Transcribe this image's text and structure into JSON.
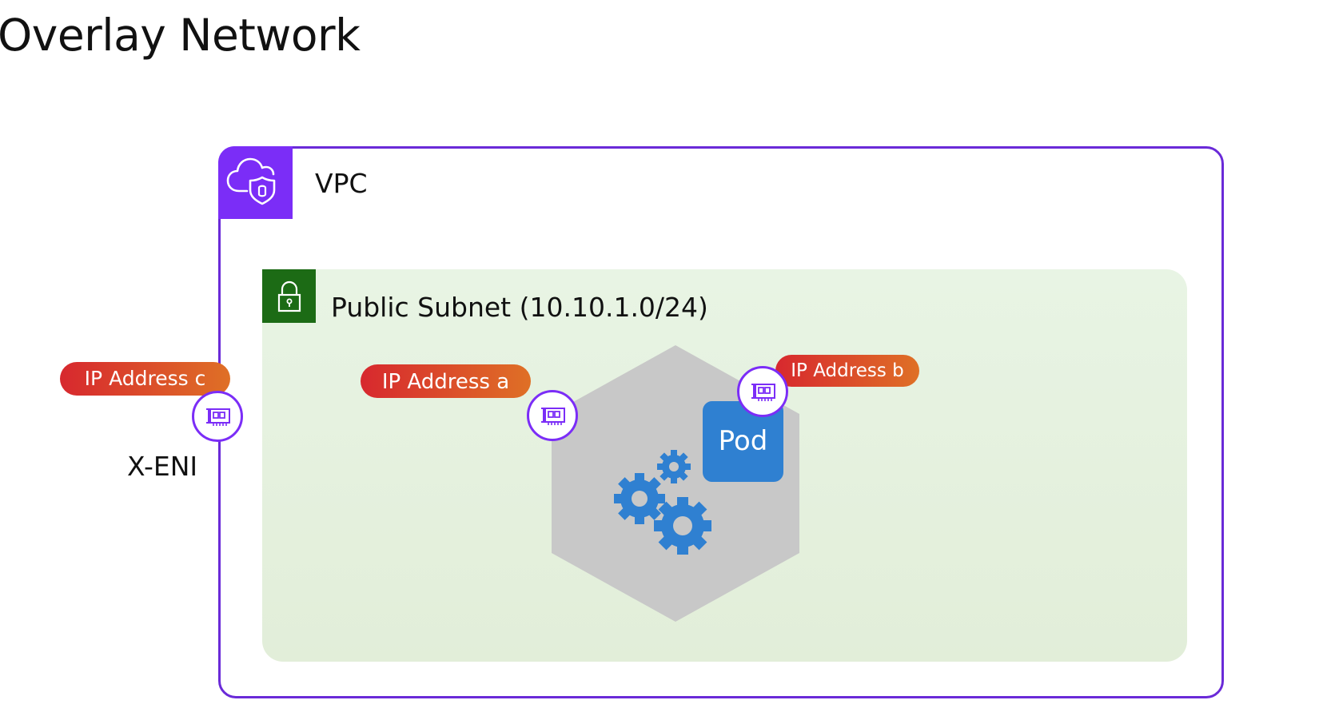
{
  "title": "Overlay Network",
  "vpc": {
    "label": "VPC",
    "color": "#7b2df7",
    "icon": "cloud-shield-icon"
  },
  "subnet": {
    "label": "Public Subnet (10.10.1.0/24)",
    "color": "#1c6b15",
    "icon": "lock-icon"
  },
  "node": {
    "icon": "gears-icon",
    "pod_label": "Pod"
  },
  "ip_addresses": {
    "a": "IP Address a",
    "b": "IP Address b",
    "c": "IP Address c"
  },
  "eni": {
    "label": "X-ENI",
    "icon": "network-interface-icon"
  },
  "colors": {
    "pill_start": "#d7282e",
    "pill_end": "#df7026",
    "gear": "#2f80d1",
    "hexagon": "#c8c8c8"
  }
}
